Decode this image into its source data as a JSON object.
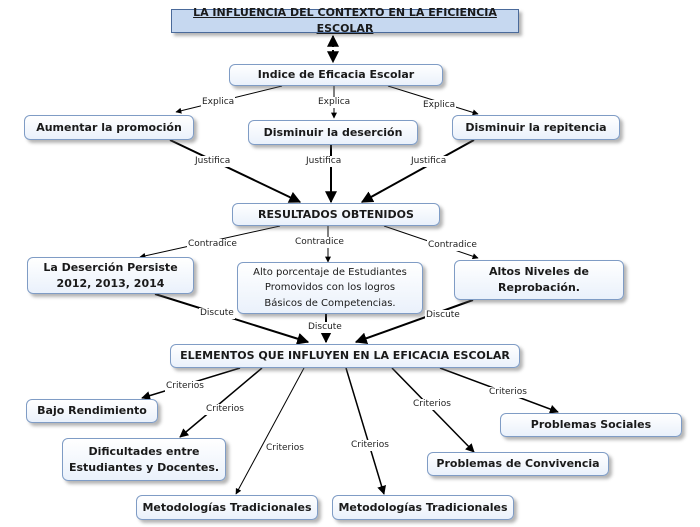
{
  "nodes": {
    "title": "LA INFLUENCIA DEL CONTEXTO EN LA EFICIENCIA ESCOLAR",
    "indice": "Indice de Eficacia Escolar",
    "aumentar": "Aumentar la promoción",
    "disminuir_desercion": "Disminuir la deserción",
    "disminuir_repitencia": "Disminuir la repitencia",
    "resultados": "RESULTADOS OBTENIDOS",
    "desercion_persiste": "La Deserción Persiste\n2012, 2013, 2014",
    "alto_porcentaje": "Alto porcentaje de Estudiantes\nPromovidos con los logros\nBásicos de Competencias.",
    "altos_niveles": "Altos Niveles de\nReprobación.",
    "elementos": "ELEMENTOS QUE INFLUYEN EN LA EFICACIA ESCOLAR",
    "bajo_rendimiento": "Bajo Rendimiento",
    "dificultades": "Dificultades entre\nEstudiantes y Docentes.",
    "metodologias_1": "Metodologías Tradicionales",
    "metodologias_2": "Metodologías Tradicionales",
    "problemas_convivencia": "Problemas de Convivencia",
    "problemas_sociales": "Problemas Sociales"
  },
  "labels": {
    "explica_left": "Explica",
    "explica_mid": "Explica",
    "explica_right": "Explica",
    "justifica_left": "Justifica",
    "justifica_mid": "Justifica",
    "justifica_right": "Justifica",
    "contradice_left": "Contradice",
    "contradice_mid": "Contradice",
    "contradice_right": "Contradice",
    "discute_left": "Discute",
    "discute_mid": "Discute",
    "discute_right": "Discute",
    "criterios_1": "Criterios",
    "criterios_2": "Criterios",
    "criterios_3": "Criterios",
    "criterios_4": "Criterios",
    "criterios_5": "Criterios",
    "criterios_6": "Criterios"
  },
  "colors": {
    "node_border": "#7f9cc5",
    "title_fill": "#c6d8f0",
    "connector": "#000000"
  }
}
